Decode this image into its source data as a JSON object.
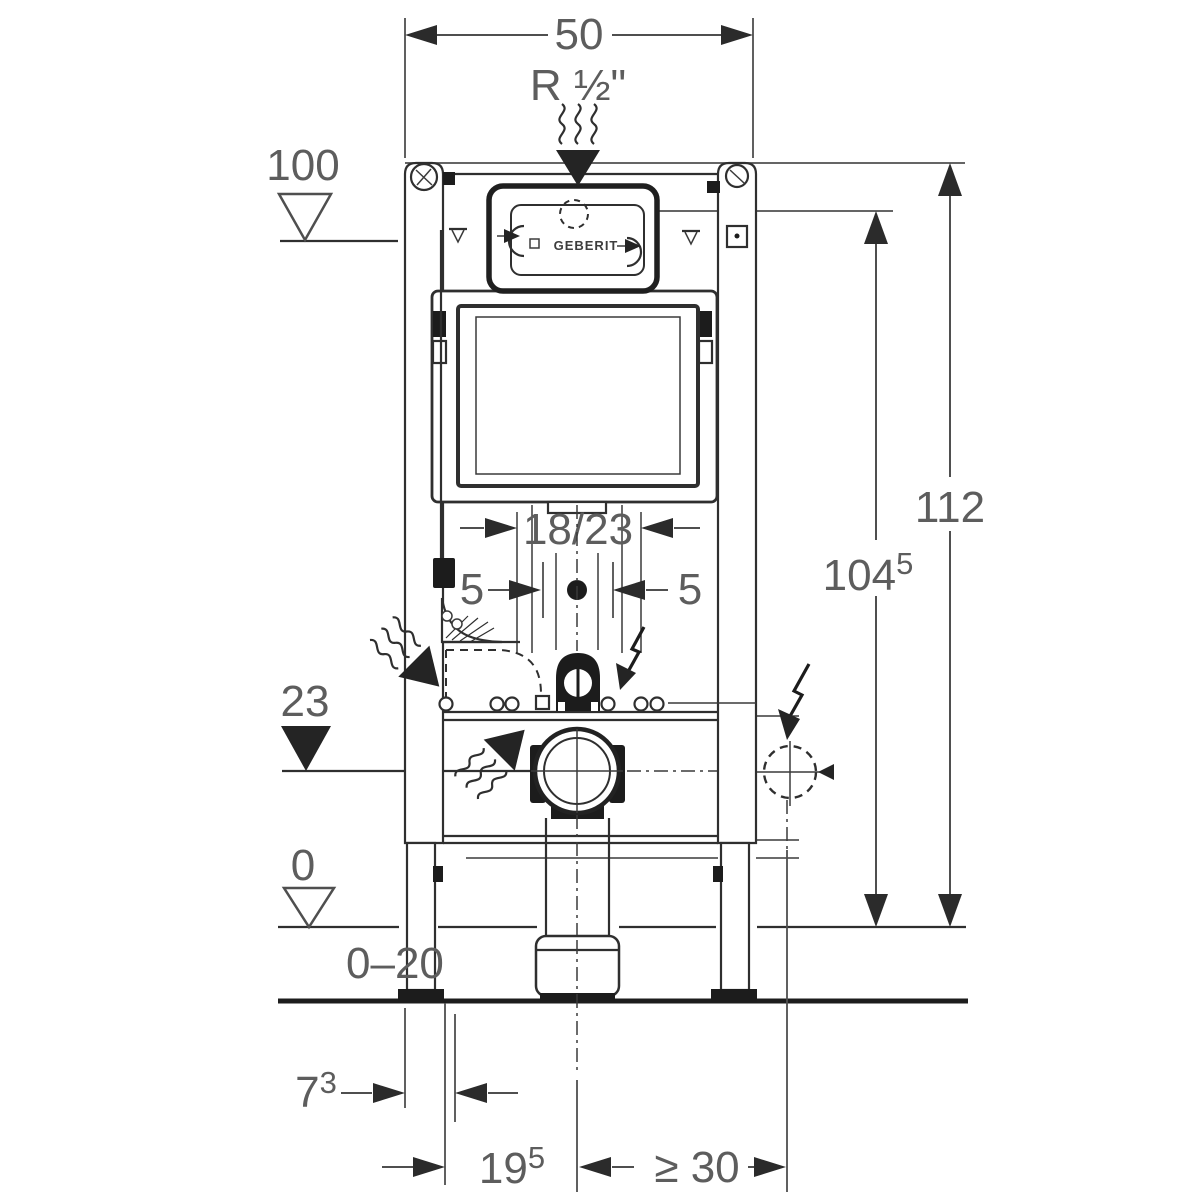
{
  "diagram": {
    "kind": "technical installation drawing",
    "subject": "wall-mounted WC concealed cistern frame, front view with dimensions (cm)"
  },
  "labels": {
    "top_width": "50",
    "water_supply": "R ½\"",
    "level_top": "100",
    "total_height": "112",
    "plate_height_main": "104",
    "plate_height_sup": "5",
    "pipe_spacing": "18/23",
    "offset_left": "5",
    "offset_right": "5",
    "outlet_level": "23",
    "floor_level": "0",
    "floor_thickness": "0–20",
    "wall_depth_main": "7",
    "wall_depth_sup": "3",
    "outlet_offset_main": "19",
    "outlet_offset_sup": "5",
    "side_clearance": "≥ 30",
    "brand": "GEBERIT"
  },
  "colors": {
    "line": "#2f2f2f",
    "dim_text": "#5d5d5d",
    "fill_dark": "#1c1c1c",
    "background": "#ffffff"
  }
}
